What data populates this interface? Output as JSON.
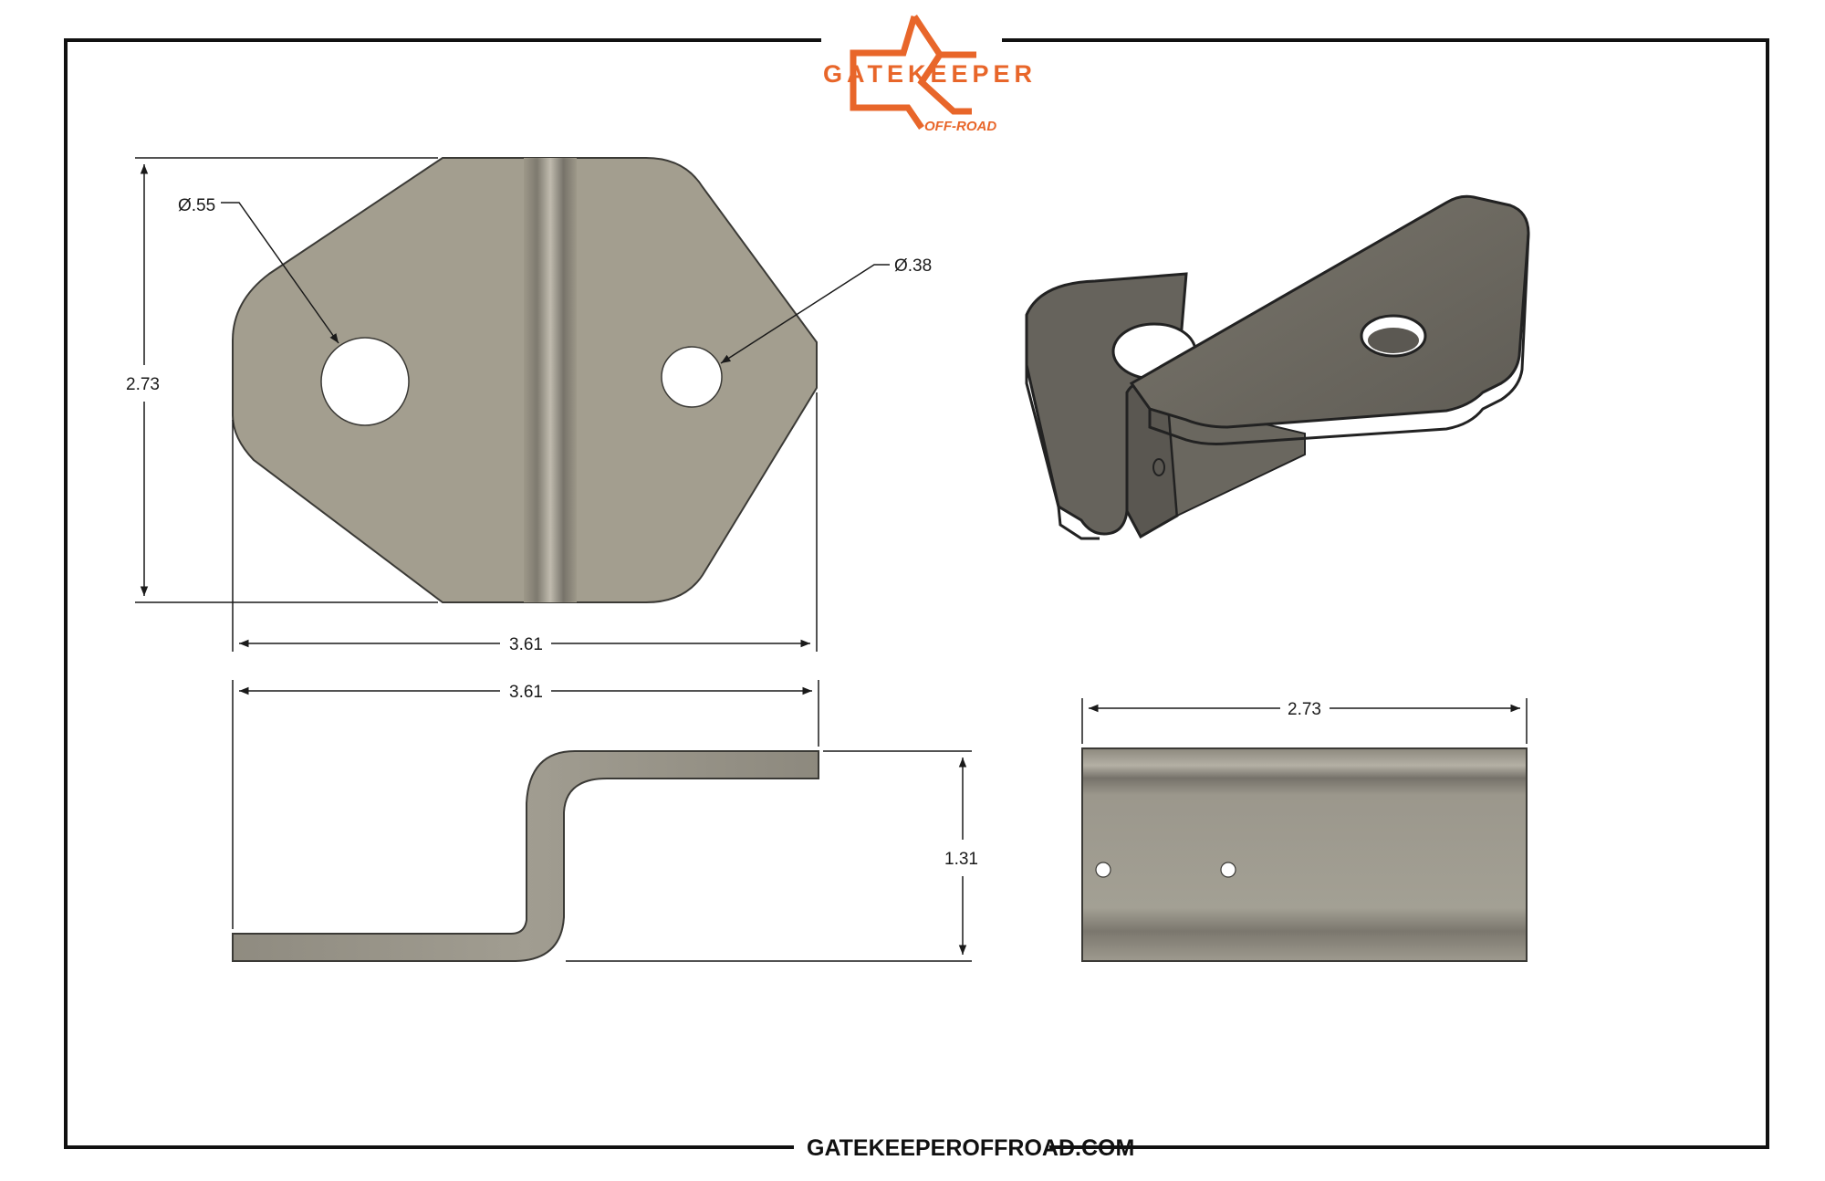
{
  "brand": {
    "name": "GATEKEEPER",
    "sub": "OFF-ROAD",
    "accent_color": "#e8662a"
  },
  "footer": {
    "url": "GATEKEEPEROFFROAD.COM"
  },
  "dimensions": {
    "top_view_large_hole": "Ø.55",
    "top_view_small_hole": "Ø.38",
    "top_view_height": "2.73",
    "top_view_width": "3.61",
    "side_view_width": "3.61",
    "side_view_height": "1.31",
    "end_view_width": "2.73"
  },
  "colors": {
    "metal_face": "#a39e8f",
    "metal_dark": "#6f6b62",
    "metal_edge": "#3b3a36",
    "line": "#1a1a1a"
  }
}
